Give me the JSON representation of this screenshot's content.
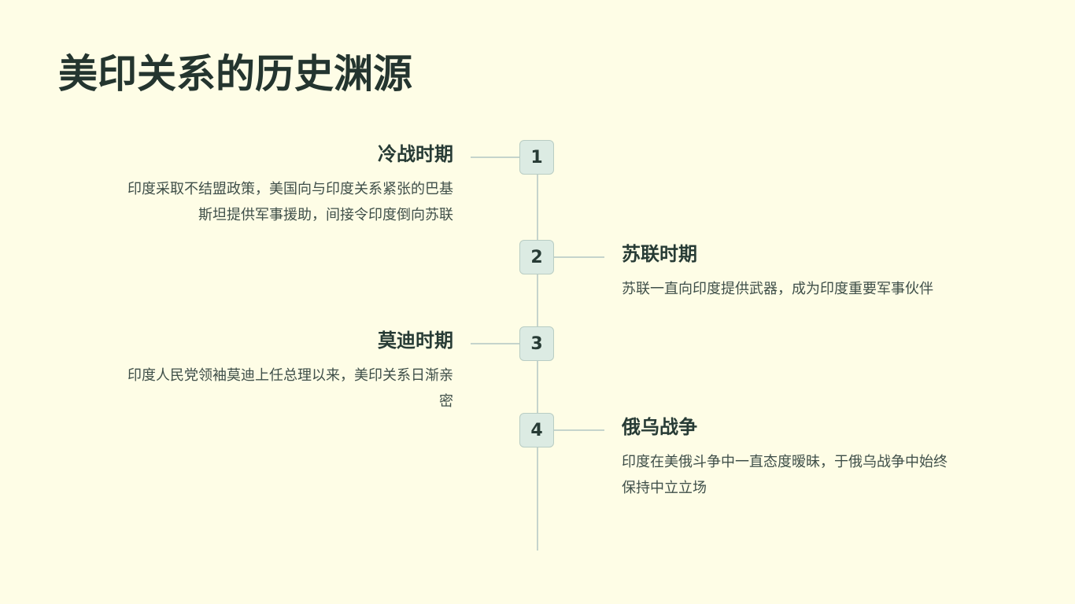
{
  "title": "美印关系的历史渊源",
  "timeline": [
    {
      "number": "1",
      "title": "冷战时期",
      "description_lines": [
        "印度采取不结盟政策，美国向与印度关系紧张的巴基",
        "斯坦提供军事援助，间接令印度倒向苏联"
      ]
    },
    {
      "number": "2",
      "title": "苏联时期",
      "description_lines": [
        "苏联一直向印度提供武器，成为印度重要军事伙伴"
      ]
    },
    {
      "number": "3",
      "title": "莫迪时期",
      "description_lines": [
        "印度人民党领袖莫迪上任总理以来，美印关系日渐亲",
        "密"
      ]
    },
    {
      "number": "4",
      "title": "俄乌战争",
      "description_lines": [
        "印度在美俄斗争中一直态度暧昧，于俄乌战争中始终",
        "保持中立立场"
      ]
    }
  ]
}
